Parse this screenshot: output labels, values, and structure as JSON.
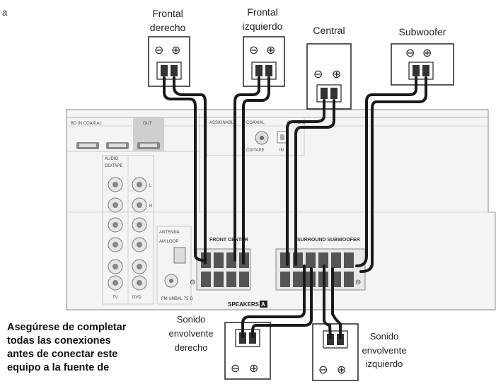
{
  "corner_label": "a",
  "speakers": {
    "front_right": {
      "label_1": "Frontal",
      "label_2": "derecho",
      "minus": "⊖",
      "plus": "⊕"
    },
    "front_left": {
      "label_1": "Frontal",
      "label_2": "izquierdo",
      "minus": "⊖",
      "plus": "⊕"
    },
    "center": {
      "label_1": "Central",
      "minus": "⊖",
      "plus": "⊕"
    },
    "subwoofer": {
      "label_1": "Subwoofer",
      "minus": "⊖",
      "plus": "⊕"
    },
    "surround_right": {
      "label_1": "Sonido",
      "label_2": "envolvente",
      "label_3": "derecho",
      "minus": "⊖",
      "plus": "⊕"
    },
    "surround_left": {
      "label_1": "Sonido",
      "label_2": "envolvente",
      "label_3": "izquierdo",
      "minus": "⊖",
      "plus": "⊕"
    }
  },
  "panel": {
    "bd_in": "BD IN COAXIAL",
    "out": "OUT",
    "audio": "AUDIO",
    "cd_tape": "CD/TAPE",
    "assignable": "ASSIGNABLE",
    "coaxial": "COAXIAL",
    "optical": "OPTICAL",
    "optical_in": "IN",
    "front_center": "FRONT   CENTER",
    "surround_subwoofer": "SURROUND  SUBWOOFER",
    "speakers": "SPEAKERS",
    "speakers_badge": "A",
    "antenna": "ANTENNA",
    "am_loop": "AM LOOP",
    "fm_unbal": "FM UNBAL 75 Ω",
    "tv": "TV",
    "dvd": "DVD",
    "r": "R",
    "l": "L"
  },
  "notice": {
    "line_1": "Asegúrese de completar",
    "line_2": "todas las conexiones",
    "line_3": "antes de conectar este",
    "line_4": "equipo a la fuente de"
  }
}
